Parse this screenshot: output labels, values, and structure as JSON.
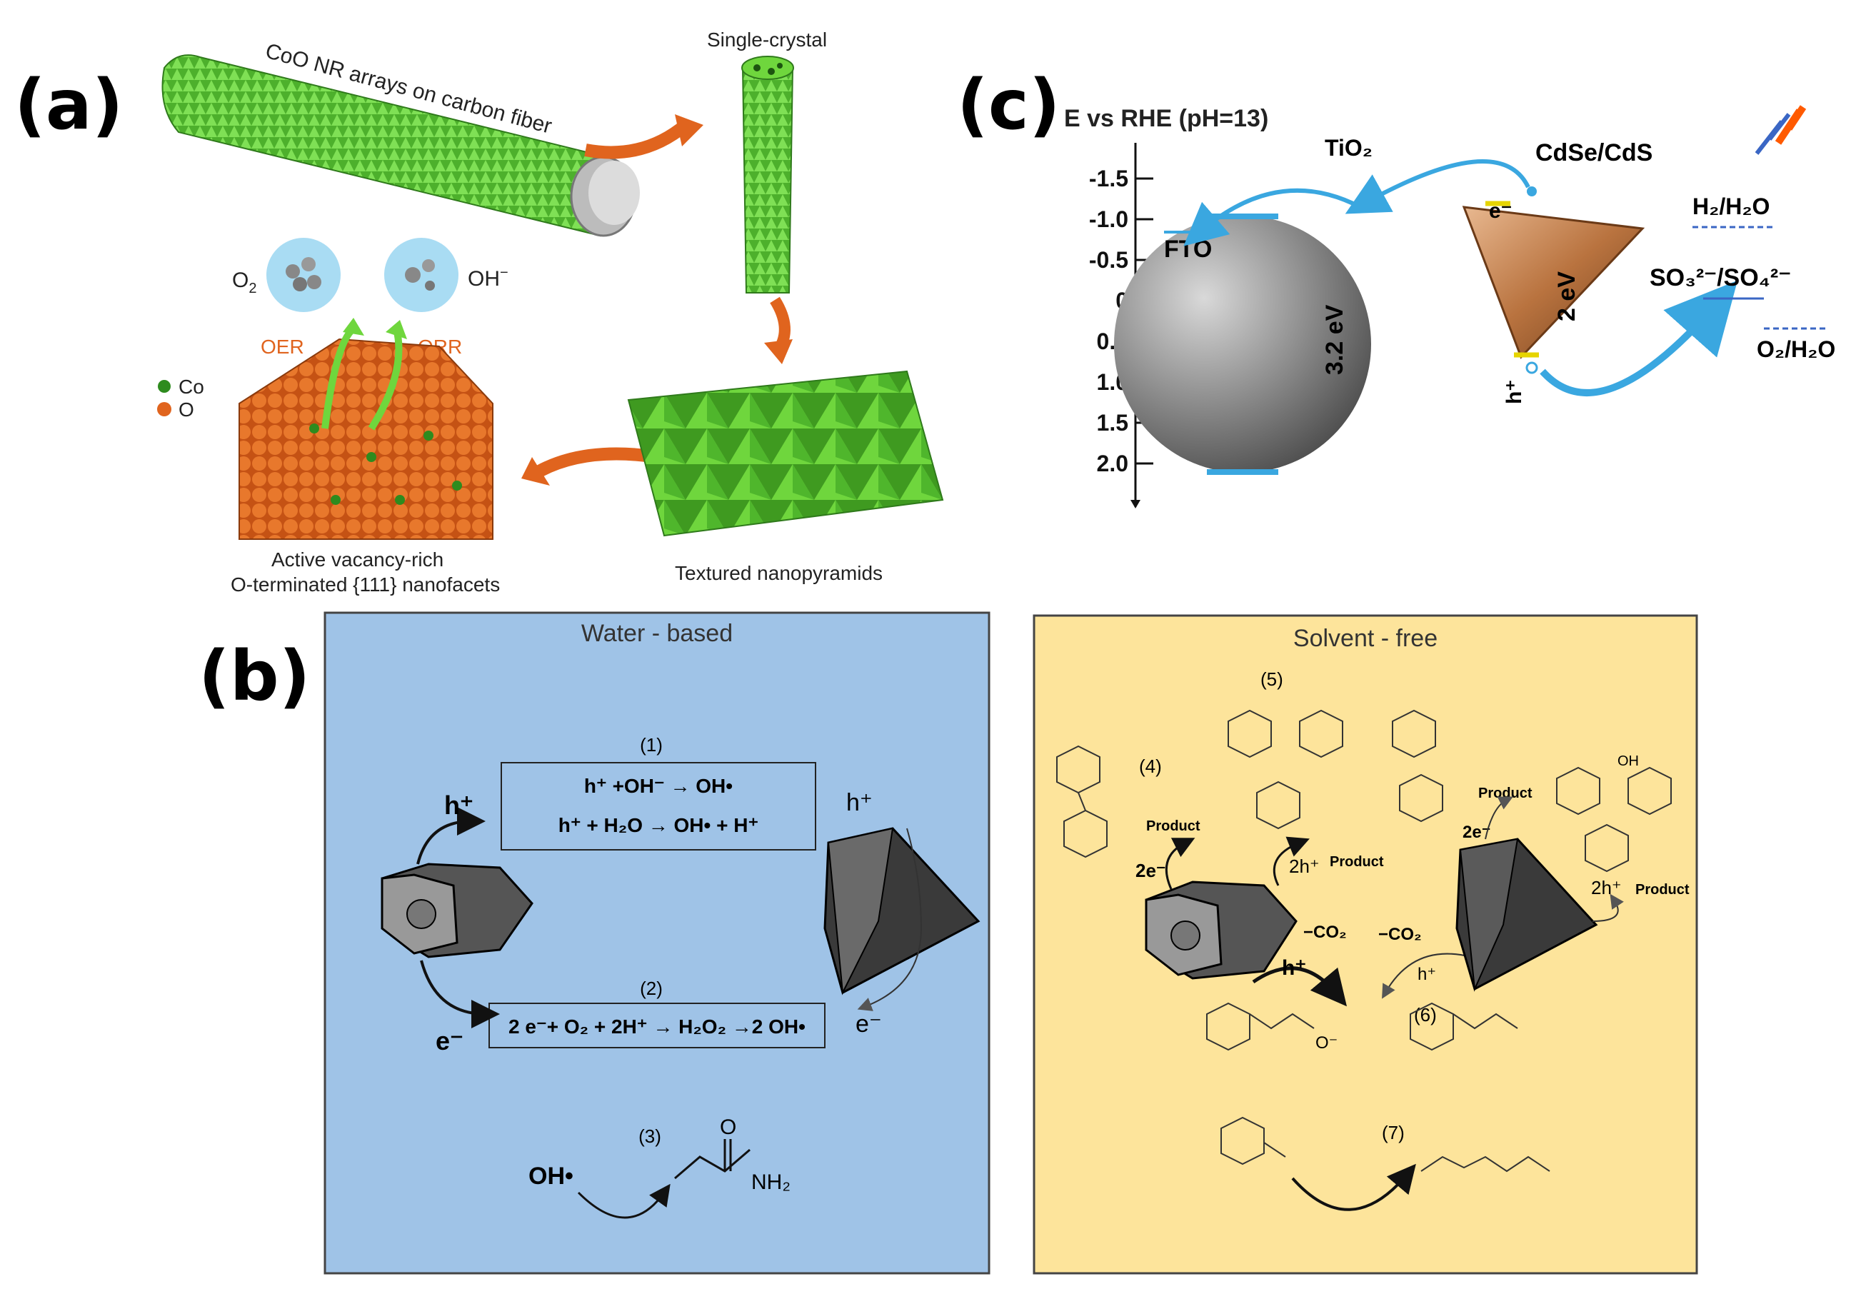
{
  "panel_a": {
    "label": "(a)",
    "title_rod": "CoO NR arrays on carbon fiber",
    "single_crystal": "Single-crystal",
    "o2": "O",
    "o2_sub": "2",
    "oh": "OH",
    "oh_sup": "−",
    "oer": "OER",
    "orr": "ORR",
    "legend_co": "Co",
    "legend_o": "O",
    "caption_left_1": "Active vacancy-rich",
    "caption_left_2": "O-terminated {111} nanofacets",
    "caption_right": "Textured nanopyramids",
    "colors": {
      "green": "#5fc93a",
      "orange": "#e0641e",
      "bubble": "#a9dcf3"
    }
  },
  "panel_b": {
    "label": "(b)",
    "water": {
      "title": "Water - based",
      "bg": "#9fc3e7",
      "eq1_num": "(1)",
      "eq1_line1": "h⁺ +OH⁻ → OH•",
      "eq1_line2": "h⁺ + H₂O → OH• + H⁺",
      "eq2_num": "(2)",
      "eq2_line": "2 e⁻+ O₂ + 2H⁺ → H₂O₂ →2 OH•",
      "eq3_num": "(3)",
      "h_left": "h⁺",
      "e_left": "e⁻",
      "h_right": "h⁺",
      "e_right": "e⁻",
      "oh_rad": "OH•",
      "nh2": "NH₂",
      "o_atom": "O"
    },
    "solvent": {
      "title": "Solvent - free",
      "bg": "#fde49b",
      "n4": "(4)",
      "n5": "(5)",
      "n6": "(6)",
      "n7": "(7)",
      "product_1": "Product",
      "product_2": "Product",
      "product_3": "Product",
      "product_4": "Product",
      "e2_left": "2e⁻",
      "e2_right": "2e⁻",
      "h2_left": "2h⁺",
      "h2_right": "2h⁺",
      "co2_left": "−CO₂",
      "co2_right": "−CO₂",
      "h_center": "h⁺",
      "h_small": "h⁺",
      "oh_label": "OH",
      "ominus": "O⁻"
    }
  },
  "panel_c": {
    "label": "(c)",
    "axis_title": "E vs RHE (pH=13)",
    "ticks": [
      "-1.5",
      "-1.0",
      "-0.5",
      "0",
      "0.5",
      "1.0",
      "1.5",
      "2.0"
    ],
    "tio2": "TiO₂",
    "cdse": "CdSe/CdS",
    "fto": "FTO",
    "bandgap_big": "3.2 eV",
    "bandgap_small": "2 eV",
    "e_minus": "e⁻",
    "h_plus": "h⁺",
    "h2": "H₂/H₂O",
    "so3": "SO₃²⁻/SO₄²⁻",
    "o2": "O₂/H₂O"
  }
}
